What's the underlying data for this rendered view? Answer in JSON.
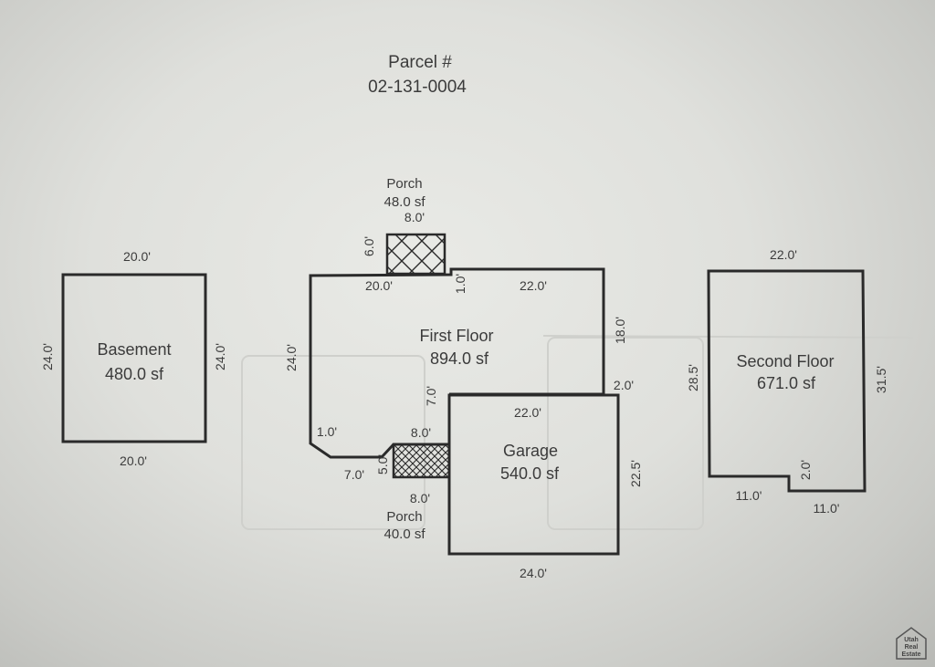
{
  "header": {
    "parcel_label": "Parcel #",
    "parcel_number": "02-131-0004"
  },
  "basement": {
    "name": "Basement",
    "area": "480.0 sf",
    "dim_top": "20.0'",
    "dim_bottom": "20.0'",
    "dim_left": "24.0'",
    "dim_right": "24.0'"
  },
  "first_floor": {
    "name": "First Floor",
    "area": "894.0 sf",
    "dim_top_left": "20.0'",
    "dim_top_step": "1.0'",
    "dim_top_right": "22.0'",
    "dim_right": "18.0'",
    "dim_right_step": "2.0'",
    "dim_left": "24.0'",
    "dim_chamfer": "1.0'",
    "dim_inner": "7.0'",
    "dim_bottom_left": "7.0'"
  },
  "porch_top": {
    "name": "Porch",
    "area": "48.0 sf",
    "dim_width": "8.0'",
    "dim_height": "6.0'"
  },
  "porch_bottom": {
    "name": "Porch",
    "area": "40.0 sf",
    "dim_top": "8.0'",
    "dim_bottom": "8.0'",
    "dim_height": "5.0'"
  },
  "garage": {
    "name": "Garage",
    "area": "540.0 sf",
    "dim_top": "22.0'",
    "dim_bottom": "24.0'",
    "dim_right": "22.5'"
  },
  "second_floor": {
    "name": "Second Floor",
    "area": "671.0 sf",
    "dim_top": "22.0'",
    "dim_left": "28.5'",
    "dim_right": "31.5'",
    "dim_notch": "2.0'",
    "dim_bottom_left": "11.0'",
    "dim_bottom_right": "11.0'"
  },
  "watermark": {
    "line1": "Utah",
    "line2": "Real",
    "line3": "Estate"
  }
}
